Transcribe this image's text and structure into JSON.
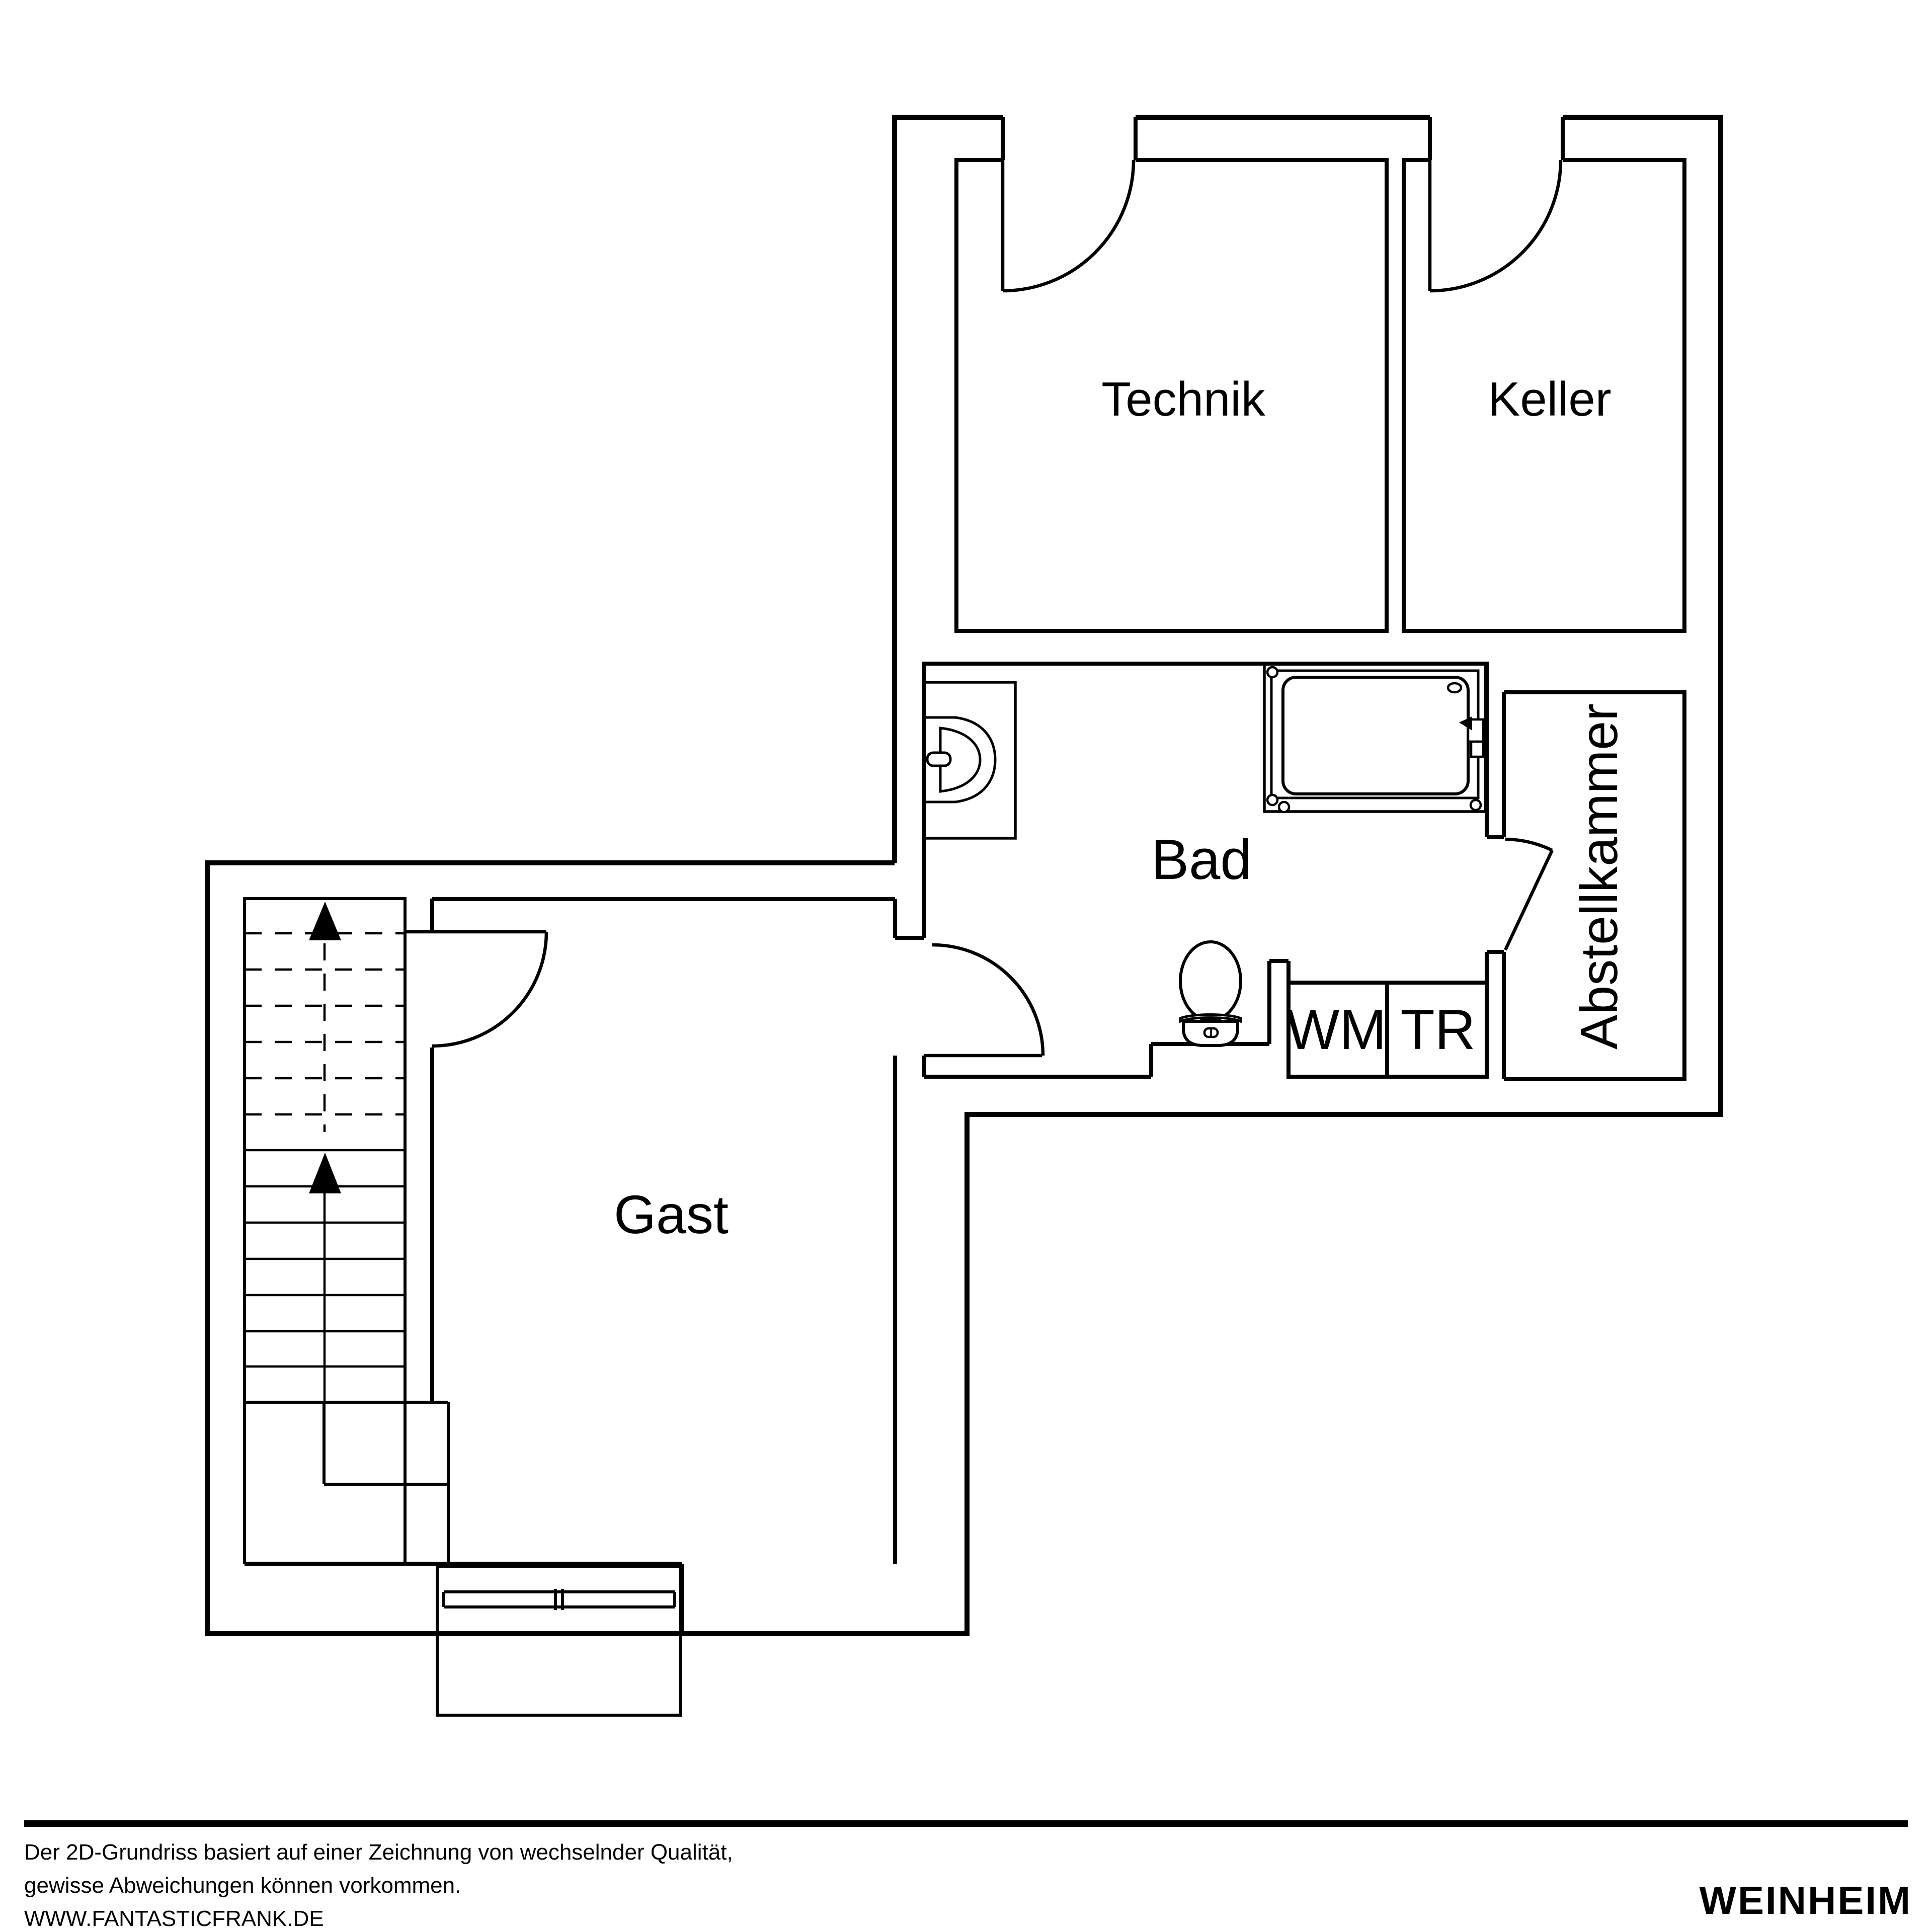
{
  "canvas": {
    "background": "#ffffff",
    "line_color": "#000000"
  },
  "plan": {
    "rooms": [
      {
        "id": "technik",
        "label": "Technik"
      },
      {
        "id": "keller",
        "label": "Keller"
      },
      {
        "id": "bad",
        "label": "Bad"
      },
      {
        "id": "wm",
        "label": "WM"
      },
      {
        "id": "tr",
        "label": "TR"
      },
      {
        "id": "abstellkammer",
        "label": "Abstellkammer"
      },
      {
        "id": "gast",
        "label": "Gast"
      }
    ],
    "fixtures": [
      "stairs-icon",
      "up-arrow-icon",
      "sink-icon",
      "shower-icon",
      "toilet-icon",
      "window-icon",
      "door-swing-icon"
    ]
  },
  "footer": {
    "disclaimer_line1": "Der 2D-Grundriss basiert auf einer Zeichnung von wechselnder Qualität,",
    "disclaimer_line2": "gewisse Abweichungen können vorkommen.",
    "website": "WWW.FANTASTICFRANK.DE",
    "brand": "WEINHEIM"
  }
}
